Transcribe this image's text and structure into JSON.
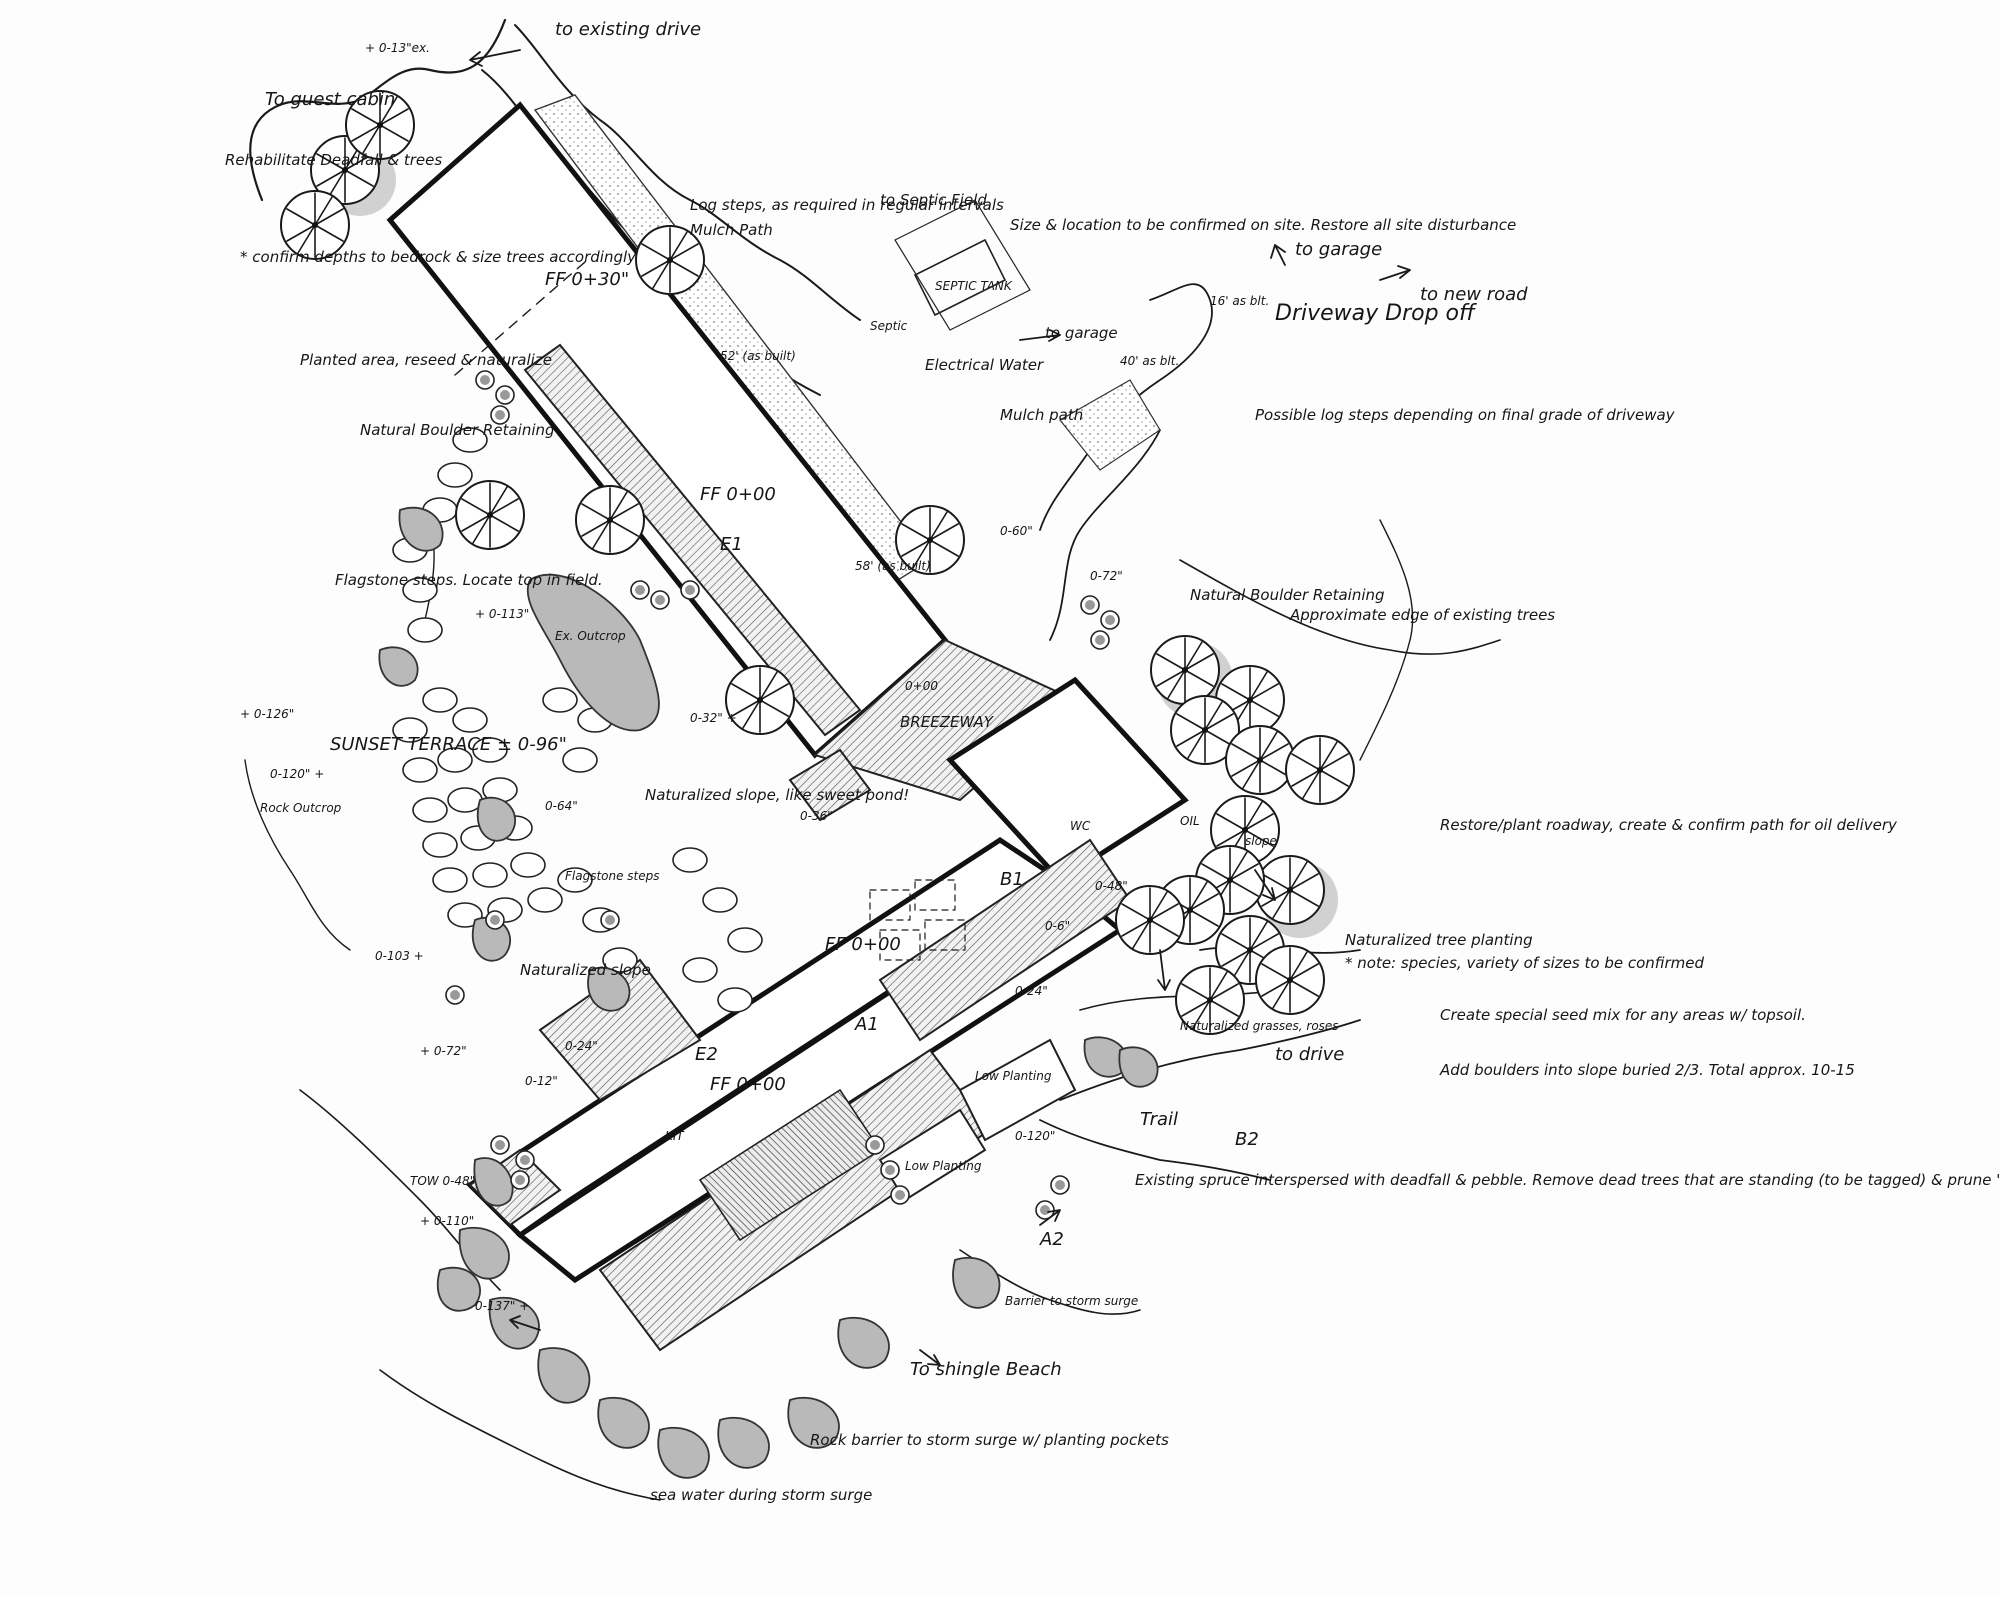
{
  "labels": {
    "to_existing_drive": "to existing drive",
    "to_guest_cabin": "To guest cabin",
    "ex_top": "+ 0-13\"ex.",
    "rehab_deadfall": "Rehabilitate Deadfall & trees",
    "confirm_depths": "* confirm depths to bedrock & size trees accordingly",
    "planted_area": "Planted area, reseed & naturalize",
    "natural_boulder_retaining_left": "Natural Boulder Retaining",
    "flagstone_steps_left": "Flagstone steps. Locate top in field.",
    "sunset_terrace": "SUNSET TERRACE ± 0-96\"",
    "grade_126": "+ 0-126\"",
    "grade_120": "0-120\" +",
    "rock_outcrop": "Rock Outcrop",
    "grade_103": "0-103 +",
    "naturalized_slope_left": "Naturalized slope",
    "grade_72": "+ 0-72\"",
    "tow_48": "TOW 0-48\"",
    "grade_110": "+ 0-110\"",
    "grade_137": "0-137\" +",
    "sea_water": "sea water during storm surge",
    "rock_barrier": "Rock barrier to storm surge w/ planting pockets",
    "to_shingle_beach": "To shingle Beach",
    "barrier_storm": "Barrier to storm surge",
    "existing_spruce": "Existing spruce interspersed with deadfall & pebble. Remove dead trees that are standing (to be tagged) & prune \"windows\" selectively.",
    "log_steps": "Log steps, as required in regular intervals",
    "mulch_path_top": "Mulch Path",
    "septic_field": "to Septic Field",
    "size_location": "Size & location to be confirmed on site. Restore all site disturbance",
    "septic_tank": "SEPTIC TANK",
    "electrical_water": "Electrical Water",
    "to_garage_mid": "to garage",
    "septic": "Septic",
    "to_garage_top": "to garage",
    "to_new_road": "to new road",
    "driveway_drop_off": "Driveway Drop off",
    "as_built_16": "16' as blt.",
    "as_built_40": "40' as blt.",
    "mulch_path_mid": "Mulch path",
    "possible_log_steps": "Possible log steps depending on final grade of driveway",
    "natural_boulder_retaining_right": "Natural Boulder Retaining",
    "approx_edge": "Approximate edge of existing trees",
    "restore_plant": "Restore/plant roadway, create & confirm path for oil delivery",
    "naturalized_tree_planting": "Naturalized tree planting",
    "note_species": "* note: species, variety of sizes to be confirmed",
    "create_seed": "Create special seed mix for any areas w/ topsoil.",
    "add_boulders": "Add boulders into slope buried 2/3. Total approx. 10-15",
    "naturalized_grasses": "Naturalized grasses, roses",
    "to_drive": "to drive",
    "trail": "Trail",
    "low_planting_1": "Low Planting",
    "low_planting_2": "Low Planting",
    "ff_upper": "FF 0+30\"",
    "ff_mid": "FF 0+00",
    "ff_lower": "FF 0+00",
    "ff_main": "FF 0+00",
    "breezeway": "BREEZEWAY",
    "breezeway_grade": "0+00",
    "ex_outcrop": "Ex. Outcrop",
    "naturalized_slope_mid": "Naturalized slope, like sweet pond!",
    "flagstone_steps_mid": "Flagstone steps",
    "grade_113": "+ 0-113\"",
    "grade_64": "0-64\"",
    "grade_36a": "0-36\"",
    "grade_32": "0-32\" +",
    "grade_24a": "0-24\"",
    "grade_24b": "0-24\"",
    "grade_12": "0-12\"",
    "grade_6": "0-6\"",
    "grade_48": "0-48\"",
    "grade_72r": "0-72\"",
    "grade_60": "0-60\"",
    "grade_120r": "0-120\"",
    "kit": "KIT",
    "wc": "WC",
    "dim_58": "58' (as built)",
    "dim_52": "52' (as built)",
    "oil": "OIL",
    "slope": "slope",
    "mark_a1": "A1",
    "mark_a2": "A2",
    "mark_b1": "B1",
    "mark_b2": "B2",
    "mark_e1": "E1",
    "mark_e2": "E2"
  }
}
